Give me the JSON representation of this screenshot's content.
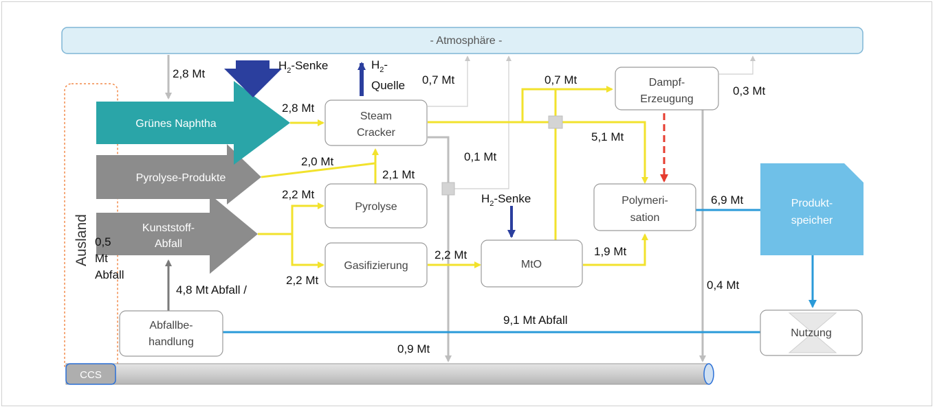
{
  "atmosphere": "- Atmosphäre -",
  "ausland": "Ausland",
  "ccs": "CCS",
  "sources": {
    "gruenes_naphtha": "Grünes Naphtha",
    "pyrolyse_produkte": "Pyrolyse-Produkte",
    "kunststoff_abfall": [
      "Kunststoff-",
      "Abfall"
    ]
  },
  "processes": {
    "steam_cracker": [
      "Steam",
      "Cracker"
    ],
    "pyrolyse": "Pyrolyse",
    "gasifizierung": "Gasifizierung",
    "mto": "MtO",
    "dampf_erzeugung": [
      "Dampf-",
      "Erzeugung"
    ],
    "polymerisation": [
      "Polymeri-",
      "sation"
    ],
    "produktspeicher": [
      "Produkt-",
      "speicher"
    ],
    "nutzung": "Nutzung",
    "abfallbehandlung": [
      "Abfallbe-",
      "handlung"
    ]
  },
  "hydrogen": {
    "senke_top": {
      "h": "H",
      "sub": "2",
      "rest": "-Senke"
    },
    "quelle": {
      "h": "H",
      "sub": "2",
      "dash": "-",
      "rest": "Quelle"
    },
    "senke_mto": {
      "h": "H",
      "sub": "2",
      "rest": "-Senke"
    }
  },
  "flows": {
    "atm_to_naphtha": "2,8 Mt",
    "naphtha_to_cracker": "2,8 Mt",
    "cracker_to_atm": "0,7 Mt",
    "to_dampf": "0,7 Mt",
    "dampf_to_atm": "0,3 Mt",
    "cracker_to_poly": "5,1 Mt",
    "pyroprod_to_cracker": "2,0 Mt",
    "pyrolyse_to_cracker": "2,1 Mt",
    "to_atm_mid": "0,1 Mt",
    "to_pyrolyse": "2,2 Mt",
    "to_gasifizierung": "2,2 Mt",
    "gasi_to_mto": "2,2 Mt",
    "mto_to_poly": "1,9 Mt",
    "poly_to_speicher": "6,9 Mt",
    "ausland_abfall": [
      "0,5",
      "Mt",
      "Abfall"
    ],
    "abfall_to_kunststoff": "4,8 Mt Abfall /",
    "nutzung_to_abfall": "9,1 Mt Abfall",
    "dampf_to_ccs": "0,4 Mt",
    "to_ccs": "0,9 Mt"
  }
}
